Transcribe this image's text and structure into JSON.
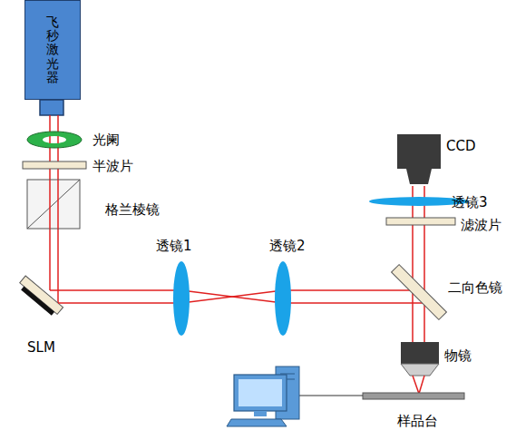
{
  "diagram": {
    "nodes": [
      {
        "text": [
          "飞秒激光器"
        ]
      }
    ],
    "labels": [
      "光阑",
      "半波片",
      "格兰棱镜",
      "SLM",
      "透镜1",
      "透镜2",
      "CCD",
      "透镜3",
      "滤波片",
      "二向色镜",
      "物镜",
      "样品台"
    ]
  }
}
